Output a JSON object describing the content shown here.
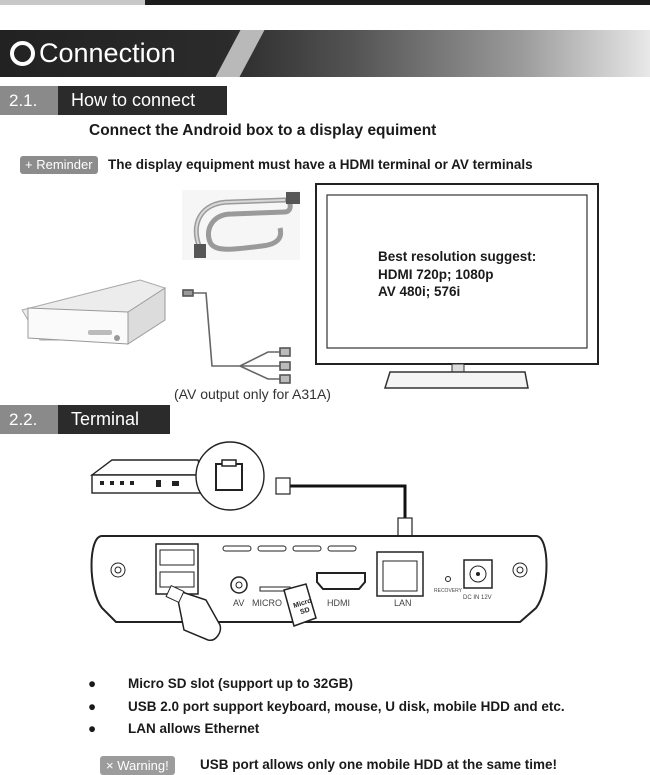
{
  "chapter_title": "Connection",
  "section1": {
    "number": "2.1.",
    "title": "How to connect",
    "heading": "Connect the Android box to a display equiment",
    "reminder_label": "+ Reminder",
    "reminder_text": "The display equipment must have a HDMI terminal or AV terminals",
    "resolution": {
      "line1": "Best resolution suggest:",
      "line2": "HDMI 720p; 1080p",
      "line3": "AV 480i; 576i"
    },
    "av_caption": "(AV output only for A31A)"
  },
  "section2": {
    "number": "2.2.",
    "title": "Terminal",
    "port_labels": {
      "av": "AV",
      "micro": "MICRO",
      "micro_sd_card": "Micro SD",
      "hdmi": "HDMI",
      "lan": "LAN",
      "recovery": "RECOVERY",
      "dc": "DC IN 12V"
    },
    "bullets": [
      "Micro SD slot (support up to 32GB)",
      "USB 2.0 port support keyboard, mouse, U disk, mobile HDD and etc.",
      "LAN allows Ethernet"
    ],
    "bullet_symbol": "●",
    "warning_label": "× Warning!",
    "warning_text": "USB port allows only one mobile HDD at the same time!"
  }
}
